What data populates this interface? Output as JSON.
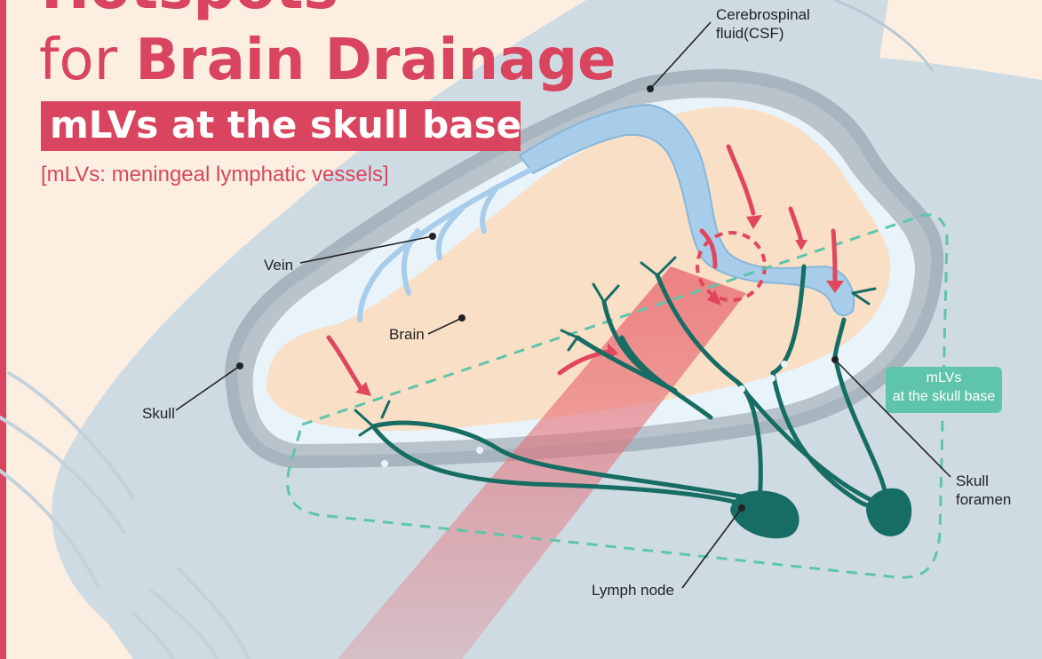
{
  "title": {
    "line1": "Hotspots",
    "line2_prefix": "for ",
    "line2_emphasis": "Brain Drainage"
  },
  "subtitle": "mLVs at the skull base",
  "note": "[mLVs: meningeal lymphatic vessels]",
  "labels": {
    "csf_line1": "Cerebrospinal",
    "csf_line2": "fluid(CSF)",
    "vein": "Vein",
    "brain": "Brain",
    "skull": "Skull",
    "lymph_node": "Lymph node",
    "skull_foramen_line1": "Skull",
    "skull_foramen_line2": "foramen",
    "mlvs_tag_line1": "mLVs",
    "mlvs_tag_line2": "at the skull base"
  },
  "colors": {
    "accent_red": "#d9455e",
    "background": "#fcefe2",
    "head": "#cfdbe3",
    "skull": "#a7b5bf",
    "brain": "#f9dfc6",
    "csf_blue": "#a8cdea",
    "lymphatic": "#176d63",
    "mlv_tag": "#5fc5aa"
  },
  "icons": [
    "flow-arrow-icon",
    "lymph-node-icon",
    "drainage-hotspot-icon"
  ]
}
